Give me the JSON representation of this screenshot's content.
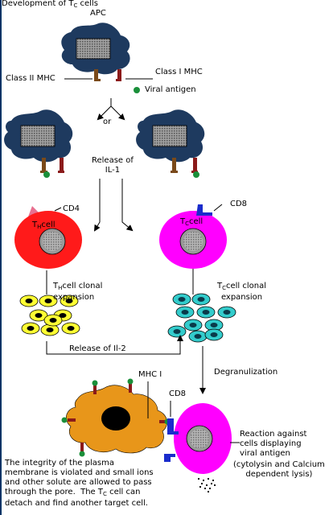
{
  "title": {
    "main": "Development of T",
    "sub": "C",
    "suffix": " cells"
  },
  "apc_label": "APC",
  "labels": {
    "class2": "Class II MHC",
    "class1": "Class I MHC",
    "viral_antigen": "Viral antigen",
    "or": "or",
    "release_il1": "Release of\nIL-1",
    "cd4": "CD4",
    "cd8_top": "CD8",
    "th_cell_main": "T",
    "th_cell_sub": "H",
    "th_cell_suffix": "cell",
    "tc_cell_main": "T",
    "tc_cell_sub": "C",
    "tc_cell_suffix": "cell",
    "th_expansion_main": "T",
    "th_expansion_sub": "H",
    "th_expansion_suffix": "cell clonal\nexpansion",
    "tc_expansion_main": "T",
    "tc_expansion_sub": "C",
    "tc_expansion_suffix": "cell clonal\nexpansion",
    "release_il2": "Release of Il-2",
    "degranulization": "Degranulization",
    "mhc1": "MHC I",
    "cd8_bottom": "CD8",
    "reaction": "Reaction against\ncells displaying\nviral antigen",
    "lysis": "(cytolysin and Calcium\ndependent lysis)",
    "integrity_1": "The integrity of the plasma\nmembrane is violated and small ions\nand other solute are allowed to pass\nthrough the pore.  The T",
    "integrity_sub": "C",
    "integrity_2": " cell can\ndetach and find another target cell."
  },
  "colors": {
    "apc_body": "#1e3a5f",
    "apc_nucleus": "#8a8a8a",
    "class2_mhc": "#7a4a1a",
    "class1_mhc": "#8b1a1a",
    "viral_antigen": "#1a8f3a",
    "cd4_receptor": "#e87090",
    "cd8_receptor": "#1a2ccc",
    "th_cell": "#ff1a1a",
    "tc_cell": "#ff00ff",
    "th_clone": "#ffff33",
    "tc_clone": "#33cccc",
    "target_cell": "#e8961a",
    "target_nucleus": "#000000",
    "cell_nucleus": "#999999",
    "arrow": "#000000",
    "left_border": "#003366"
  },
  "icons": {
    "apc": "apc-cell-icon",
    "th_cell": "th-cell-icon",
    "tc_cell": "tc-cell-icon",
    "target_cell": "target-cell-icon",
    "viral_antigen": "viral-antigen-dot-icon",
    "granules": "granules-icon"
  }
}
